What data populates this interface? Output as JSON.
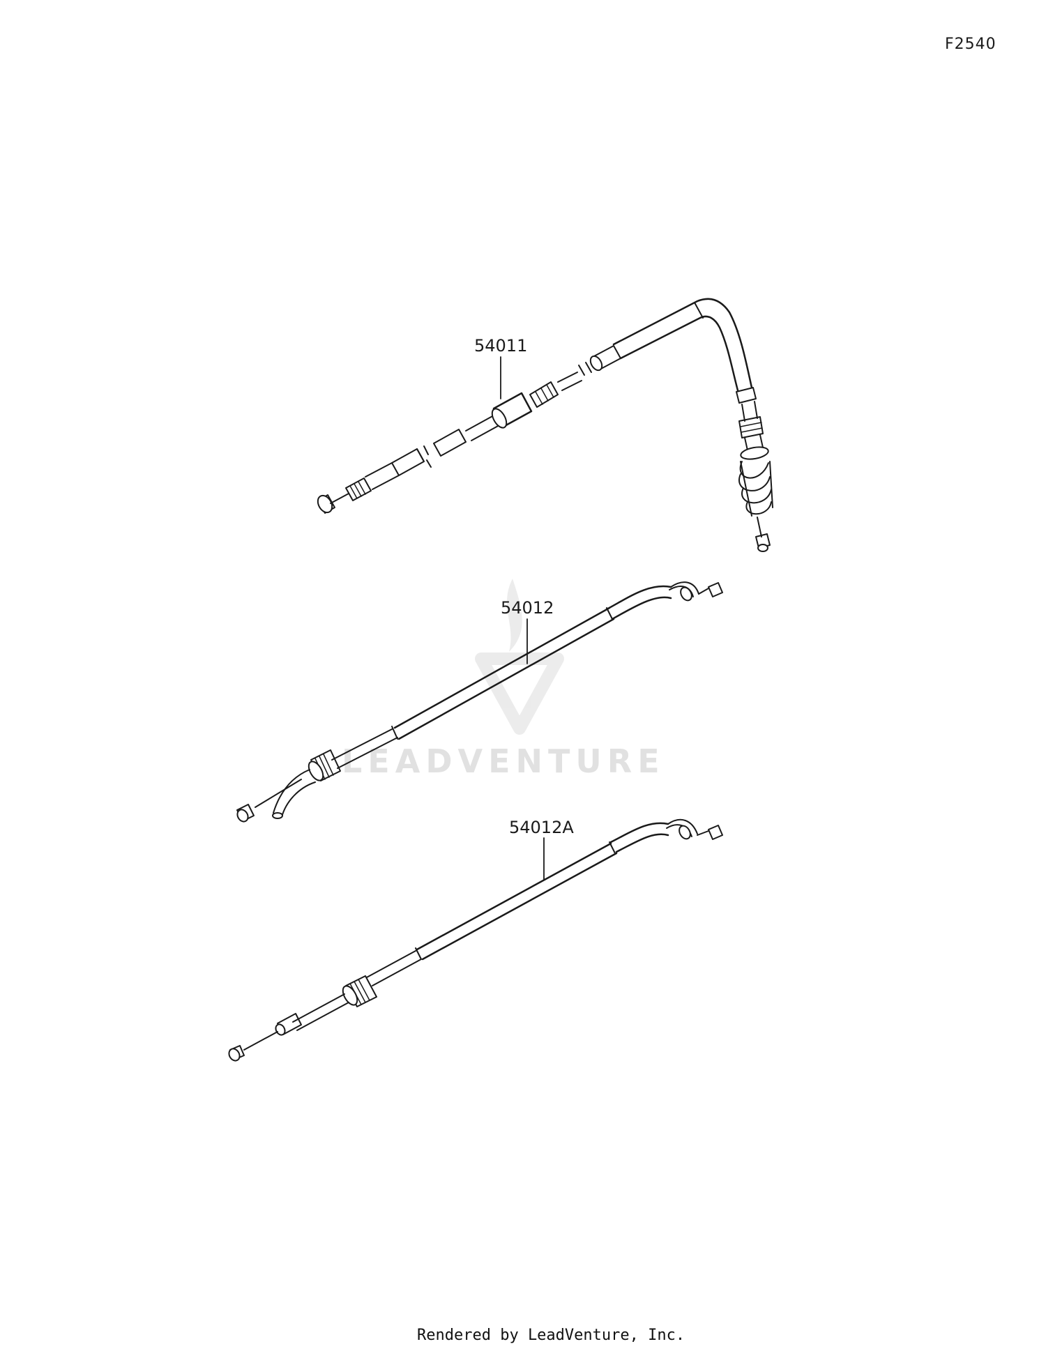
{
  "figure_code": "F2540",
  "callouts": {
    "clutch_cable": "54011",
    "throttle_cable_open": "54012",
    "throttle_cable_close": "54012A"
  },
  "watermark": {
    "text": "LEADVENTURE",
    "logo": "leadventure-logo"
  },
  "footer": "Rendered by LeadVenture, Inc."
}
